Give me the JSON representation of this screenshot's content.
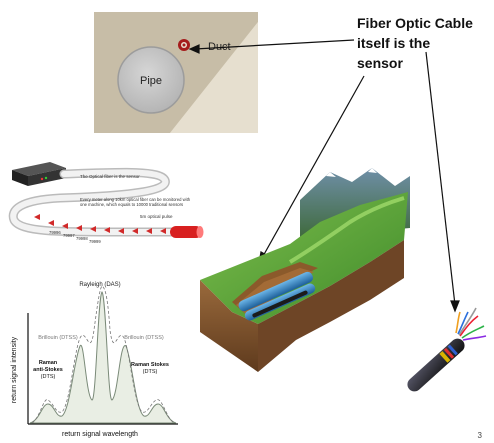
{
  "cross_section": {
    "duct_label": "Duct",
    "pipe_label": "Pipe"
  },
  "callout": {
    "line1": "Fiber Optic Cable",
    "line2": "itself is the",
    "line3": "sensor"
  },
  "das_device": {
    "fiber_caption": "The Optical fiber is the sensor",
    "meter_caption_line1": "Every meter along 10km optical fiber can be monitored with",
    "meter_caption_line2": "one machine, which equals to 10000 traditional sensors",
    "pulse_caption": "5m optical pulse",
    "position_labels": [
      "79996",
      "79997",
      "79998",
      "79999"
    ]
  },
  "spectrum": {
    "ylabel": "return signal intensity",
    "xlabel": "return signal wavelength",
    "rayleigh_label": "Rayleigh (DAS)",
    "brillouin_left_label": "Brillouin (DTSS)",
    "brillouin_right_label": "Brillouin (DTSS)",
    "raman_anti_line1": "Raman",
    "raman_anti_line2": "anti-Stokes",
    "raman_anti_line3": "(DTS)",
    "raman_stokes_line1": "Raman Stokes",
    "raman_stokes_line2": "(DTS)"
  },
  "page_mark": "3"
}
